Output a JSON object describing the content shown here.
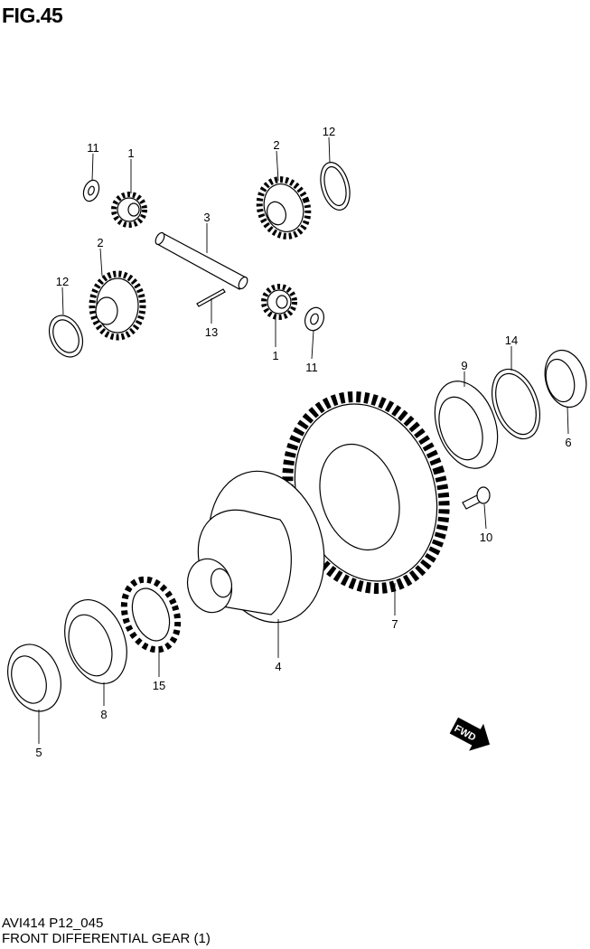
{
  "figure": {
    "title": "FIG.45"
  },
  "footer": {
    "code": "AVI414 P12_045",
    "caption": "FRONT DIFFERENTIAL GEAR (1)"
  },
  "direction_badge": "FWD",
  "callouts": [
    "11",
    "1",
    "2",
    "12",
    "3",
    "2",
    "12",
    "13",
    "1",
    "11",
    "9",
    "14",
    "6",
    "10",
    "7",
    "4",
    "15",
    "8",
    "5"
  ]
}
